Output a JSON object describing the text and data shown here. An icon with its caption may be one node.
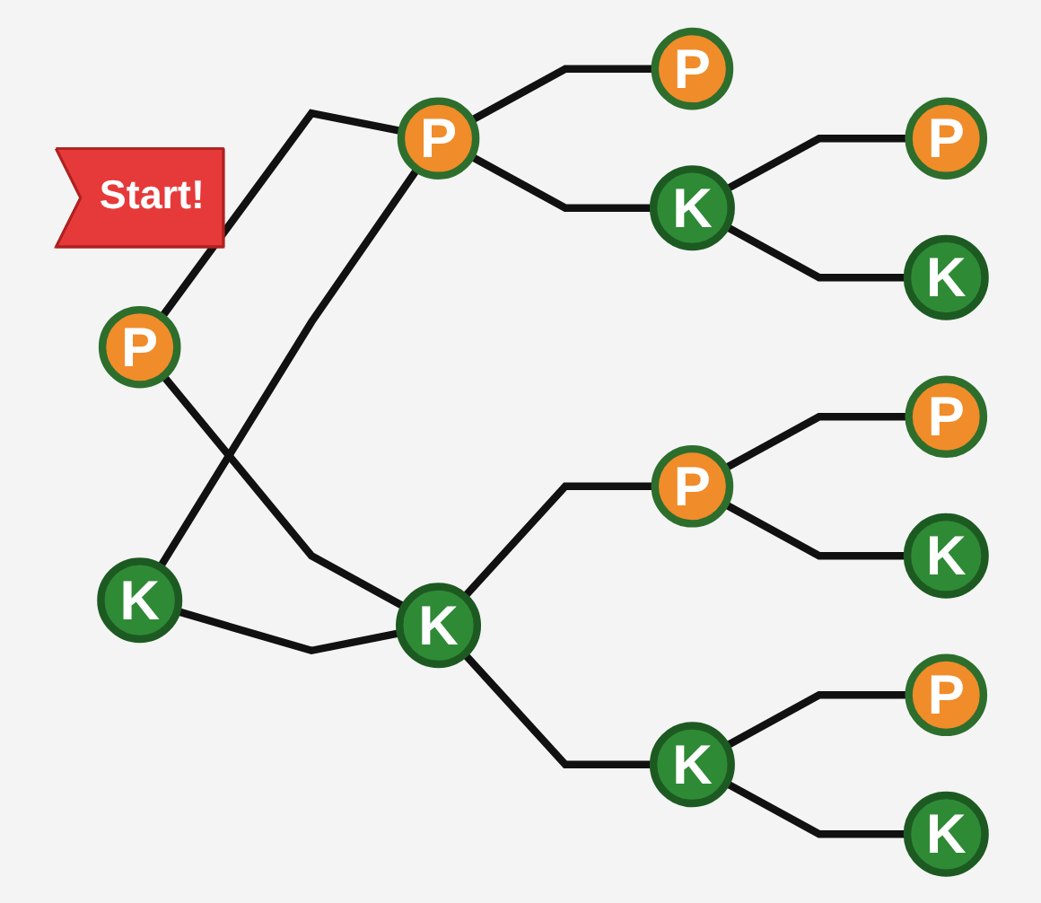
{
  "diagram": {
    "nodes": [
      {
        "text": [
          "Start!"
        ]
      },
      {
        "text": [
          "P"
        ]
      },
      {
        "text": [
          "K"
        ]
      },
      {
        "text": [
          "P"
        ]
      },
      {
        "text": [
          "K"
        ]
      },
      {
        "text": [
          "P"
        ]
      },
      {
        "text": [
          "K"
        ]
      },
      {
        "text": [
          "P"
        ]
      },
      {
        "text": [
          "K"
        ]
      },
      {
        "text": [
          "P"
        ]
      },
      {
        "text": [
          "K"
        ]
      },
      {
        "text": [
          "P"
        ]
      },
      {
        "text": [
          "K"
        ]
      },
      {
        "text": [
          "P"
        ]
      },
      {
        "text": [
          "K"
        ]
      }
    ],
    "edges": [
      {
        "from": 1,
        "to": 3,
        "arrow": "none"
      },
      {
        "from": 1,
        "to": 4,
        "arrow": "none"
      },
      {
        "from": 2,
        "to": 3,
        "arrow": "none"
      },
      {
        "from": 2,
        "to": 4,
        "arrow": "none"
      },
      {
        "from": 3,
        "to": 5,
        "arrow": "none"
      },
      {
        "from": 3,
        "to": 6,
        "arrow": "none"
      },
      {
        "from": 6,
        "to": 9,
        "arrow": "none"
      },
      {
        "from": 6,
        "to": 10,
        "arrow": "none"
      },
      {
        "from": 4,
        "to": 7,
        "arrow": "none"
      },
      {
        "from": 4,
        "to": 8,
        "arrow": "none"
      },
      {
        "from": 7,
        "to": 11,
        "arrow": "none"
      },
      {
        "from": 7,
        "to": 12,
        "arrow": "none"
      },
      {
        "from": 8,
        "to": 13,
        "arrow": "none"
      },
      {
        "from": 8,
        "to": 14,
        "arrow": "none"
      }
    ]
  }
}
